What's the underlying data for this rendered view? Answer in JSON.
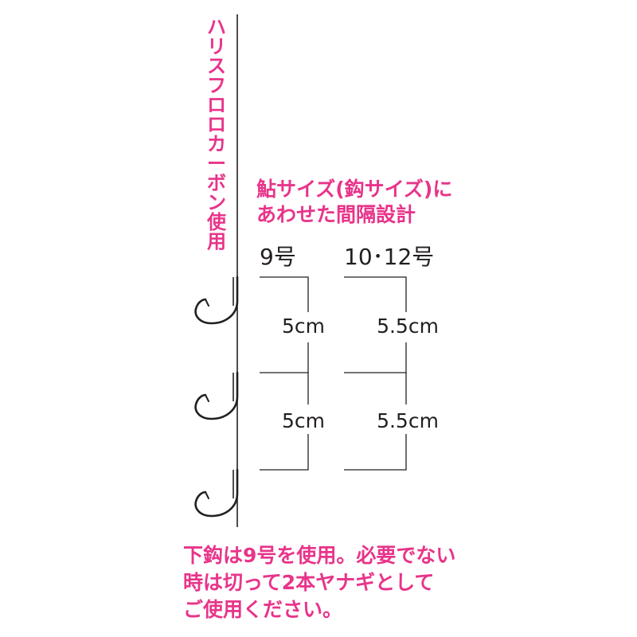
{
  "leader_label": "ハリスフロロカーボン使用",
  "spacing_note": {
    "line1": "鮎サイズ(鈎サイズ)に",
    "line2": "あわせた間隔設計"
  },
  "columns": [
    {
      "size_label": "9号",
      "spacings": [
        "5cm",
        "5cm"
      ]
    },
    {
      "size_label": "10･12号",
      "spacings": [
        "5.5cm",
        "5.5cm"
      ]
    }
  ],
  "hooks_count": 3,
  "bottom_note": {
    "line1": "下鈎は9号を使用。必要でない",
    "line2": "時は切って2本ヤナギとして",
    "line3": "ご使用ください。"
  },
  "colors": {
    "accent_pink": "#e8348a",
    "line": "#231f20"
  }
}
